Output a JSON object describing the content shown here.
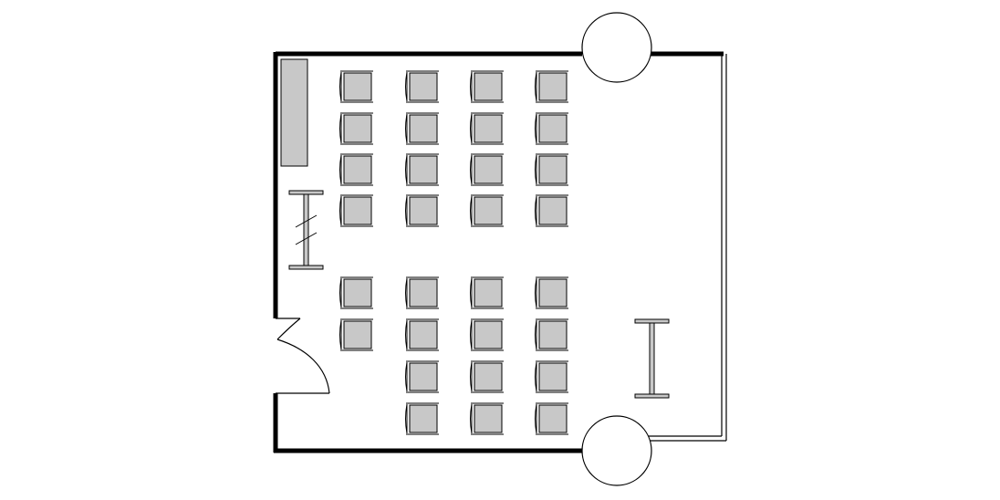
{
  "colors": {
    "background": "#ffffff",
    "wall": "#000000",
    "line": "#000000",
    "fill": "#c8c8c8"
  },
  "elements": {
    "chairs_per_row": [
      4,
      4,
      4,
      4,
      4,
      4,
      3,
      3
    ],
    "rows_missing_first_column": 2,
    "column_posts": 2,
    "doors": 1,
    "podiums": 2,
    "whiteboard": 1
  }
}
